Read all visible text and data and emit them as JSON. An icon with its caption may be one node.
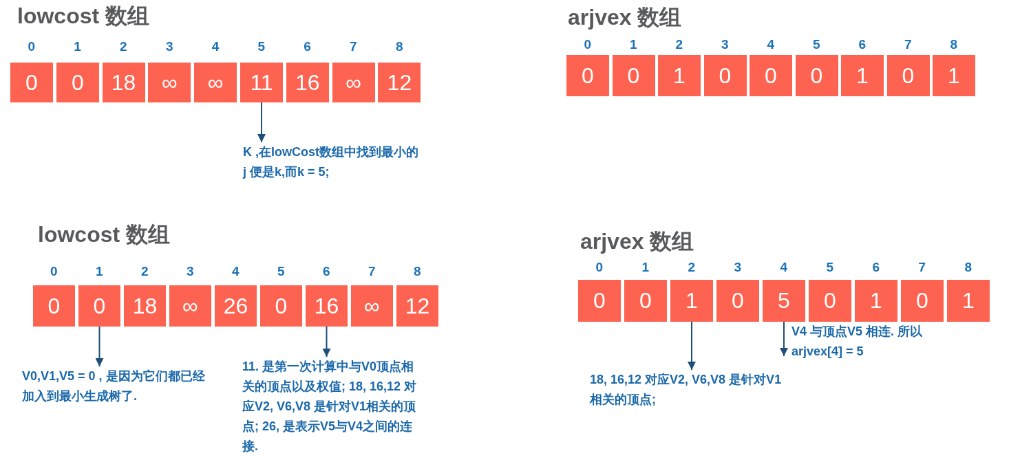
{
  "diagram": {
    "nodes": [
      {
        "text": [
          "0"
        ],
        "beside": [
          "0"
        ]
      },
      {
        "text": [
          "0"
        ],
        "beside": [
          "1"
        ]
      },
      {
        "text": [
          "18"
        ],
        "beside": [
          "2"
        ]
      },
      {
        "text": [
          "∞"
        ],
        "beside": [
          "3"
        ]
      },
      {
        "text": [
          "∞"
        ],
        "beside": [
          "4"
        ]
      },
      {
        "text": [
          "11"
        ],
        "beside": [
          "5"
        ]
      },
      {
        "text": [
          "16"
        ],
        "beside": [
          "6"
        ]
      },
      {
        "text": [
          "∞"
        ],
        "beside": [
          "7"
        ]
      },
      {
        "text": [
          "12"
        ],
        "beside": [
          "8"
        ]
      },
      {
        "text": [
          "K ,在lowCost数组中找到最小的j 便是k,而k = 5;"
        ]
      },
      {
        "text": [
          "0"
        ],
        "beside": [
          "0"
        ]
      },
      {
        "text": [
          "0"
        ],
        "beside": [
          "1"
        ]
      },
      {
        "text": [
          "1"
        ],
        "beside": [
          "2"
        ]
      },
      {
        "text": [
          "0"
        ],
        "beside": [
          "3"
        ]
      },
      {
        "text": [
          "0"
        ],
        "beside": [
          "4"
        ]
      },
      {
        "text": [
          "0"
        ],
        "beside": [
          "5"
        ]
      },
      {
        "text": [
          "1"
        ],
        "beside": [
          "6"
        ]
      },
      {
        "text": [
          "0"
        ],
        "beside": [
          "7"
        ]
      },
      {
        "text": [
          "1"
        ],
        "beside": [
          "8"
        ]
      },
      {
        "text": [
          "0"
        ],
        "beside": [
          "0"
        ]
      },
      {
        "text": [
          "0"
        ],
        "beside": [
          "1"
        ]
      },
      {
        "text": [
          "18"
        ],
        "beside": [
          "2"
        ]
      },
      {
        "text": [
          "∞"
        ],
        "beside": [
          "3"
        ]
      },
      {
        "text": [
          "26"
        ],
        "beside": [
          "4"
        ]
      },
      {
        "text": [
          "0"
        ],
        "beside": [
          "5"
        ]
      },
      {
        "text": [
          "16"
        ],
        "beside": [
          "6"
        ]
      },
      {
        "text": [
          "∞"
        ],
        "beside": [
          "7"
        ]
      },
      {
        "text": [
          "12"
        ],
        "beside": [
          "8"
        ]
      },
      {
        "text": [
          "V0,V1,V5 = 0 , 是因为它们都已经加入到最小生成树了."
        ]
      },
      {
        "text": [
          "11. 是第一次计算中与V0顶点相关的顶点以及权值; 18, 16,12 对应V2, V6,V8 是针对V1相关的顶点; 26, 是表示V5与V4之间的连接."
        ]
      },
      {
        "text": [
          "0"
        ],
        "beside": [
          "0"
        ]
      },
      {
        "text": [
          "0"
        ],
        "beside": [
          "1"
        ]
      },
      {
        "text": [
          "1"
        ],
        "beside": [
          "2"
        ]
      },
      {
        "text": [
          "0"
        ],
        "beside": [
          "3"
        ]
      },
      {
        "text": [
          "5"
        ],
        "beside": [
          "4"
        ]
      },
      {
        "text": [
          "0"
        ],
        "beside": [
          "5"
        ]
      },
      {
        "text": [
          "1"
        ],
        "beside": [
          "6"
        ]
      },
      {
        "text": [
          "0"
        ],
        "beside": [
          "7"
        ]
      },
      {
        "text": [
          "1"
        ],
        "beside": [
          "8"
        ]
      },
      {
        "text": [
          "V4 与顶点V5 相连. 所以arjvex[4] = 5"
        ]
      },
      {
        "text": [
          "18, 16,12 对应V2, V6,V8 是针对V1相关的顶点;"
        ]
      }
    ],
    "edges": [
      {
        "from": 5,
        "to": 9,
        "arrow": "to"
      },
      {
        "from": 20,
        "to": 28,
        "arrow": "to"
      },
      {
        "from": 25,
        "to": 29,
        "arrow": "to"
      },
      {
        "from": 32,
        "to": 40,
        "arrow": "to"
      },
      {
        "from": 34,
        "to": 39,
        "arrow": "to"
      }
    ],
    "labels": [
      "lowcost 数组",
      "arjvex 数组",
      "lowcost 数组",
      "arjvex 数组"
    ]
  }
}
